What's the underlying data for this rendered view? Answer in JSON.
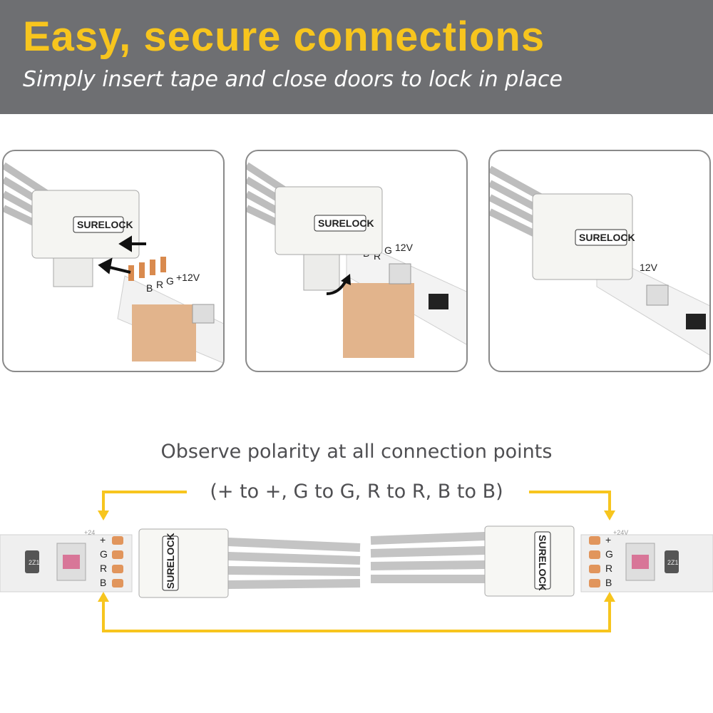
{
  "header": {
    "title": "Easy, secure connections",
    "subtitle": "Simply insert tape and close doors to lock in place"
  },
  "panels": {
    "step1": {
      "brand": "SURELOCK",
      "pins": [
        "B",
        "R",
        "G",
        "+12V"
      ]
    },
    "step2": {
      "brand": "SURELOCK",
      "pins": [
        "B",
        "R",
        "G",
        "12V"
      ]
    },
    "step3": {
      "brand": "SURELOCK",
      "pins": [
        "12V"
      ]
    }
  },
  "polarity": {
    "line1": "Observe polarity at all connection points",
    "line2": "(+ to +, G to G, R to R, B to B)"
  },
  "diagram": {
    "left_pins": [
      "+",
      "G",
      "R",
      "B"
    ],
    "right_pins": [
      "+",
      "G",
      "R",
      "B"
    ],
    "left_voltage": "+24",
    "right_voltage": "+24V",
    "brand": "SURELOCK",
    "resistor_label": "2Z1",
    "arrow_color": "#f7c51e",
    "accent_color": "#f7c51e",
    "banner_color": "#6e6f72"
  }
}
